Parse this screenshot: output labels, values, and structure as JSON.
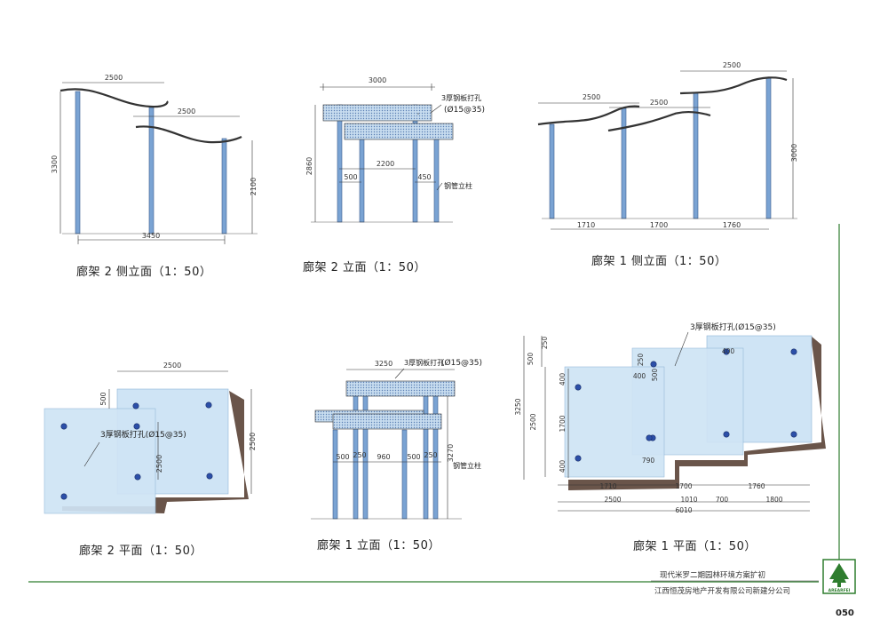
{
  "captions": {
    "p2_side": "廊架 2 侧立面（1：50）",
    "p2_elev": "廊架 2 立面（1：50）",
    "p1_side": "廊架 1 侧立面（1：50）",
    "p2_plan": "廊架 2 平面（1：50）",
    "p1_elev": "廊架 1 立面（1：50）",
    "p1_plan": "廊架 1 平面（1：50）"
  },
  "dims": {
    "p2side": {
      "top_a": "2500",
      "top_b": "2500",
      "height_left": "3300",
      "height_right": "2100",
      "bottom": "3450"
    },
    "p2elev": {
      "top": "3000",
      "height": "2860",
      "inner": "2200",
      "left_gap": "500",
      "right_gap": "450"
    },
    "p1side": {
      "top_a": "2500",
      "top_b": "2500",
      "top_c": "2500",
      "height": "3000",
      "b1": "1710",
      "b2": "1700",
      "b3": "1760"
    },
    "p2plan": {
      "top": "2500",
      "left": "500",
      "height": "2500",
      "inner": "2500"
    },
    "p1elev": {
      "top": "3250",
      "height": "3270",
      "d1": "500",
      "d2": "250",
      "d3": "960",
      "d4": "500",
      "d5": "250"
    },
    "p1plan": {
      "left_a": "500",
      "left_b": "250",
      "left_c": "3250",
      "left_d": "2500",
      "inner_400a": "400",
      "inner_1700": "1700",
      "inner_400b": "400",
      "mid_250": "250",
      "mid_400": "400",
      "mid_500": "500",
      "mid_790": "790",
      "right_400": "400",
      "row1": [
        "1710",
        "1700",
        "1760"
      ],
      "row2": [
        "2500",
        "1010",
        "700",
        "1800"
      ],
      "total": "6010"
    }
  },
  "notes": {
    "perforated": "3厚钢板打孔",
    "perforated_spec": "(Ø15@35)",
    "perforated_full": "3厚钢板打孔(Ø15@35)",
    "steel_post": "钢管立柱"
  },
  "footer": {
    "project": "现代米罗二期园林环境方案扩初",
    "company": "江西恒茂房地产开发有限公司新建分公司",
    "logo_text": "AREARFEI",
    "page": "050"
  },
  "colors": {
    "line": "#333333",
    "post": "#6f97c8",
    "panel": "#c9e2f3",
    "panel_edge": "#8fb6d8",
    "shadow": "#5a4336",
    "bolt": "#2c4fa8",
    "frame": "#2e7d2e"
  }
}
